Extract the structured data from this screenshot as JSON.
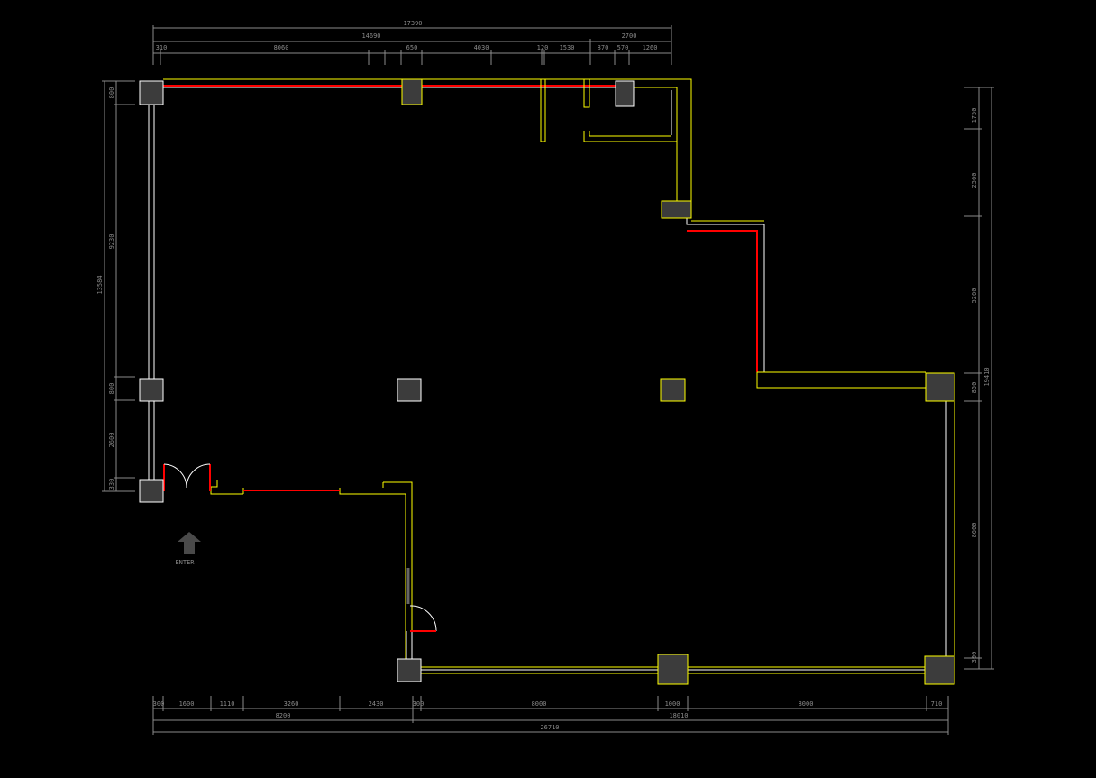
{
  "drawing": {
    "entrance_label": "ENTER",
    "colors": {
      "background": "#000000",
      "wall": "#ffffff",
      "partition": "#ffff00",
      "glazing": "#ff0000",
      "column": "#3c3c3c",
      "dimension": "#8a8a8a"
    },
    "dimensions": {
      "top_total": "17390",
      "top_sub": [
        "14690",
        "2700"
      ],
      "top_segments": [
        "310",
        "8060",
        "650",
        "4030",
        "120",
        "1530",
        "870",
        "570",
        "1260"
      ],
      "bottom_segments": [
        "300",
        "1600",
        "1110",
        "3260",
        "2430",
        "300",
        "8000",
        "1000",
        "8000",
        "710"
      ],
      "bottom_sub": [
        "8200",
        "18010"
      ],
      "bottom_total": "26710",
      "left_total": "13584",
      "left_segments": [
        "800",
        "9230",
        "800",
        "2600",
        "330"
      ],
      "right_total": "19410",
      "right_segments": [
        "1750",
        "2560",
        "5260",
        "850",
        "8600",
        "300"
      ]
    }
  }
}
